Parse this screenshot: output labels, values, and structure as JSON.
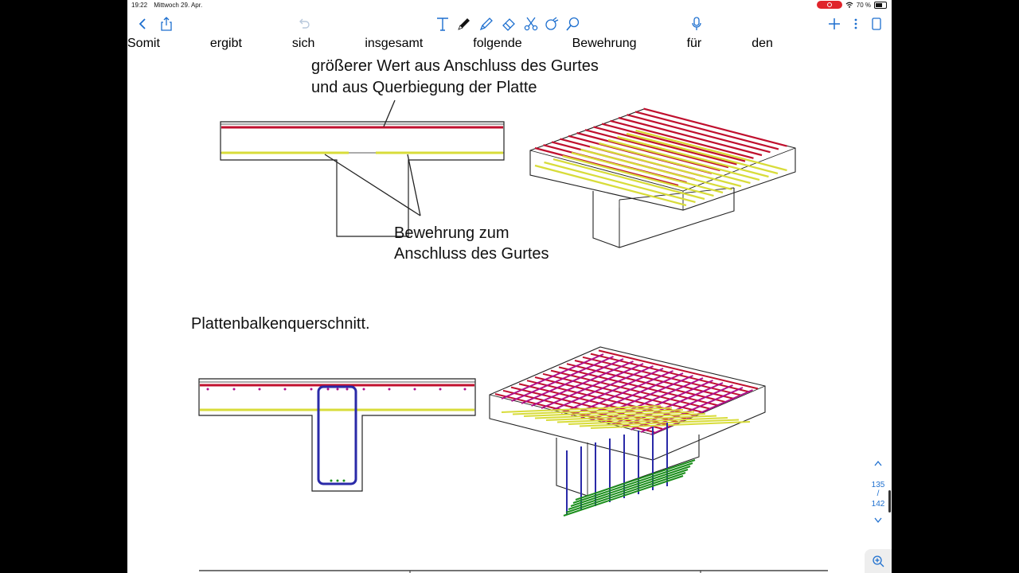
{
  "status": {
    "time": "19:22",
    "date": "Mittwoch 29. Apr.",
    "battery": "70 %"
  },
  "colors": {
    "accent": "#1d6fcf",
    "red_rebar": "#c0102e",
    "yellow_rebar": "#d8dc3a",
    "blue_stirrup": "#2a2aa8",
    "green_rebar": "#1c8f1c",
    "magenta": "#b0108a"
  },
  "toolbar": {
    "left": [
      "back-icon",
      "share-icon"
    ],
    "undo": "undo-icon",
    "tools": [
      "text-tool-icon",
      "pen-tool-icon",
      "highlighter-icon",
      "eraser-icon",
      "scissors-icon",
      "shapes-tool-icon",
      "lasso-icon"
    ],
    "mic": "microphone-icon",
    "right": [
      "add-icon",
      "more-icon",
      "pages-icon"
    ]
  },
  "figure1": {
    "label_top_1": "größerer Wert aus Anschluss des Gurtes",
    "label_top_2": "und aus Querbiegung der Platte",
    "label_bottom_1": "Bewehrung zum",
    "label_bottom_2": "Anschluss des Gurtes"
  },
  "paragraph": {
    "words": [
      "Somit",
      "ergibt",
      "sich",
      "insgesamt",
      "folgende",
      "Bewehrung",
      "für",
      "den"
    ],
    "line2": "Plattenbalkenquerschnitt."
  },
  "pager": {
    "current": "135",
    "separator": "/",
    "total": "142"
  }
}
